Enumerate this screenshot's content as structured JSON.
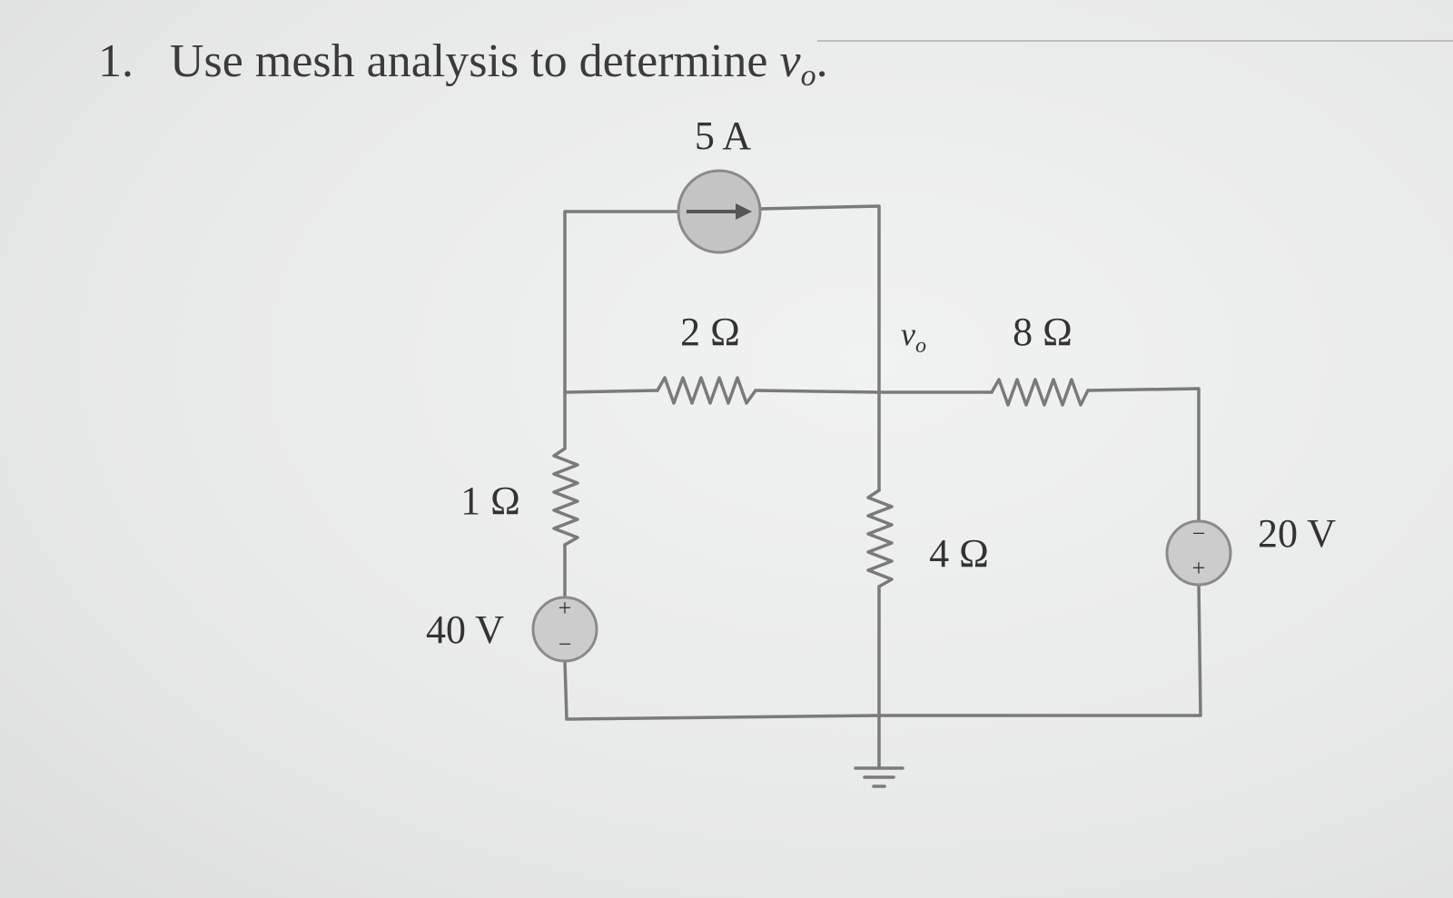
{
  "problem": {
    "number": "1.",
    "text": "Use mesh analysis to determine ",
    "variable": "v",
    "variable_sub": "o",
    "end": "."
  },
  "circuit": {
    "current_source_label": "5 A",
    "r2_label": "2 Ω",
    "r8_label": "8 Ω",
    "r1_label": "1 Ω",
    "r4_label": "4 Ω",
    "v40_label": "40 V",
    "v20_label": "20 V",
    "node_label": "v",
    "node_label_sub": "o",
    "plus": "+",
    "minus": "−"
  },
  "colors": {
    "wire": "#7a7a7a",
    "source_fill": "#c9c9c9",
    "text": "#333333"
  }
}
